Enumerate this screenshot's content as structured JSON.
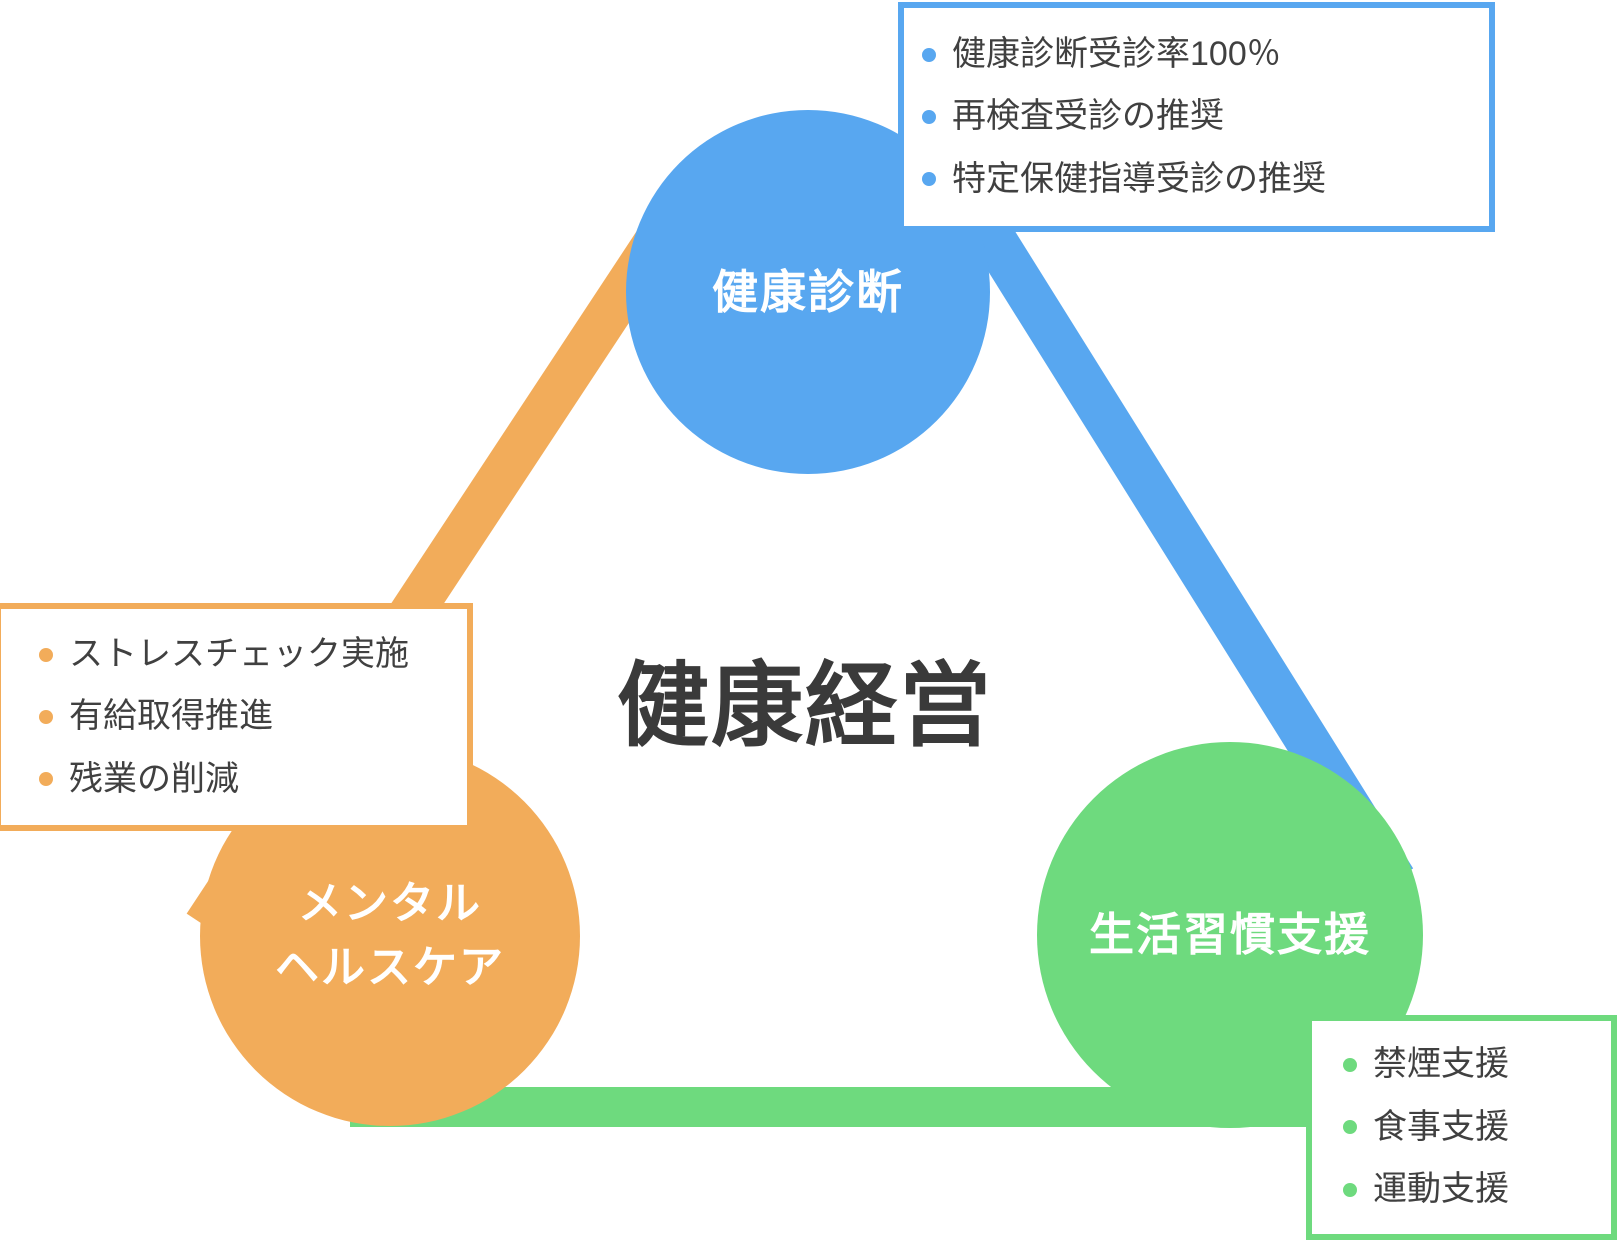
{
  "diagram": {
    "title": "健康経営",
    "colors": {
      "blue": "#58A7F0",
      "orange": "#F2AC5A",
      "green": "#6EDA7E",
      "text": "#404040",
      "title_text": "#3A3A3A",
      "node_label_text": "#FFFFFF",
      "background": "#FFFFFF"
    },
    "nodes": [
      {
        "id": "health-checkup",
        "label": "健康診断",
        "color": "#58A7F0"
      },
      {
        "id": "mental-healthcare",
        "label": "メンタル\nヘルスケア",
        "color": "#F2AC5A"
      },
      {
        "id": "lifestyle-support",
        "label": "生活習慣支援",
        "color": "#6EDA7E"
      }
    ],
    "callouts": [
      {
        "id": "health-checkup-callout",
        "color": "#58A7F0",
        "items": [
          "健康診断受診率100％",
          "再検査受診の推奨",
          "特定保健指導受診の推奨"
        ]
      },
      {
        "id": "mental-healthcare-callout",
        "color": "#F2AC5A",
        "items": [
          "ストレスチェック実施",
          "有給取得推進",
          "残業の削減"
        ]
      },
      {
        "id": "lifestyle-support-callout",
        "color": "#6EDA7E",
        "items": [
          "禁煙支援",
          "食事支援",
          "運動支援"
        ]
      }
    ]
  }
}
